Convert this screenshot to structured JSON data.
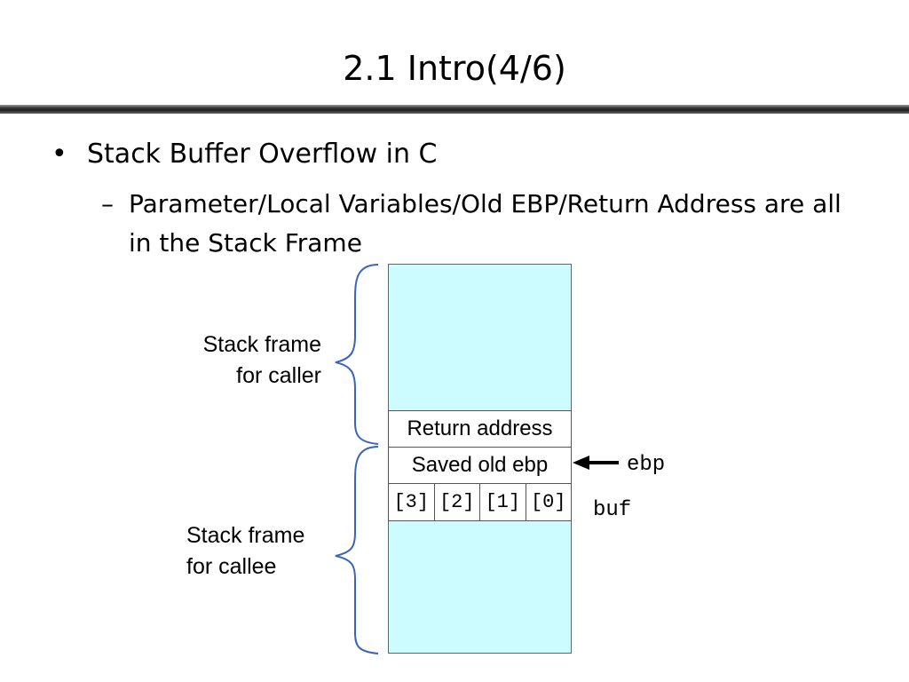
{
  "slide": {
    "title": "2.1 Intro(4/6)"
  },
  "bullets": {
    "marker": "•",
    "main": "Stack Buffer Overflow in C",
    "sub_marker": "–",
    "sub": "Parameter/Local Variables/Old EBP/Return Address are all in the Stack Frame"
  },
  "diagram": {
    "caller_label": "Stack frame\nfor caller",
    "callee_label": "Stack frame\nfor callee",
    "return_address": "Return address",
    "saved_old_ebp": "Saved old ebp",
    "buf_cells": [
      "[3]",
      "[2]",
      "[1]",
      "[0]"
    ],
    "ebp_pointer": "ebp",
    "buf_pointer": "buf",
    "colors": {
      "frame_fill": "#ccfcff",
      "frame_border": "#2a6bd4",
      "brace": "#3b63b8"
    }
  }
}
